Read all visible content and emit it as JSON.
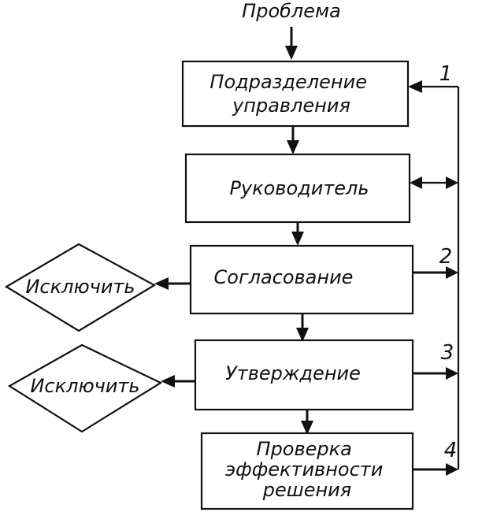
{
  "problem_label": "Проблема",
  "nodes": {
    "management_unit": [
      "Подразделение",
      "управления"
    ],
    "manager": "Руководитель",
    "coordination": "Согласование",
    "approval": "Утверждение",
    "check": [
      "Проверка",
      "эффективности",
      "решения"
    ]
  },
  "exclude_1": "Исключить",
  "exclude_2": "Исключить",
  "feedback_numbers": [
    "1",
    "2",
    "3",
    "4"
  ]
}
